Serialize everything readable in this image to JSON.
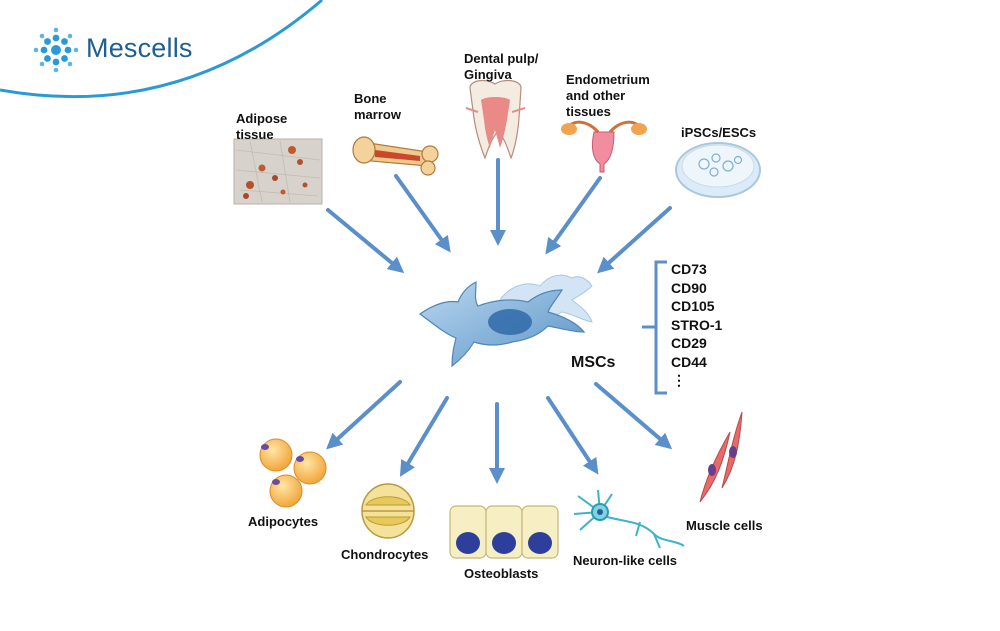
{
  "brand": {
    "name": "Mescells"
  },
  "sources": {
    "adipose": "Adipose tissue",
    "bone_marrow": "Bone marrow",
    "dental": "Dental pulp/ Gingiva",
    "endometrium": "Endometrium and other tissues",
    "ipsc": "iPSCs/ESCs"
  },
  "center": {
    "label": "MSCs"
  },
  "markers": [
    "CD73",
    "CD90",
    "CD105",
    "STRO-1",
    "CD29",
    "CD44",
    "⋮"
  ],
  "outputs": {
    "adipocytes": "Adipocytes",
    "chondrocytes": "Chondrocytes",
    "osteoblasts": "Osteoblasts",
    "neuron": "Neuron-like cells",
    "muscle": "Muscle cells"
  },
  "colors": {
    "arrow": "#5b8fc9",
    "brand": "#1f5f8f",
    "swoosh": "#2a9ad6"
  }
}
